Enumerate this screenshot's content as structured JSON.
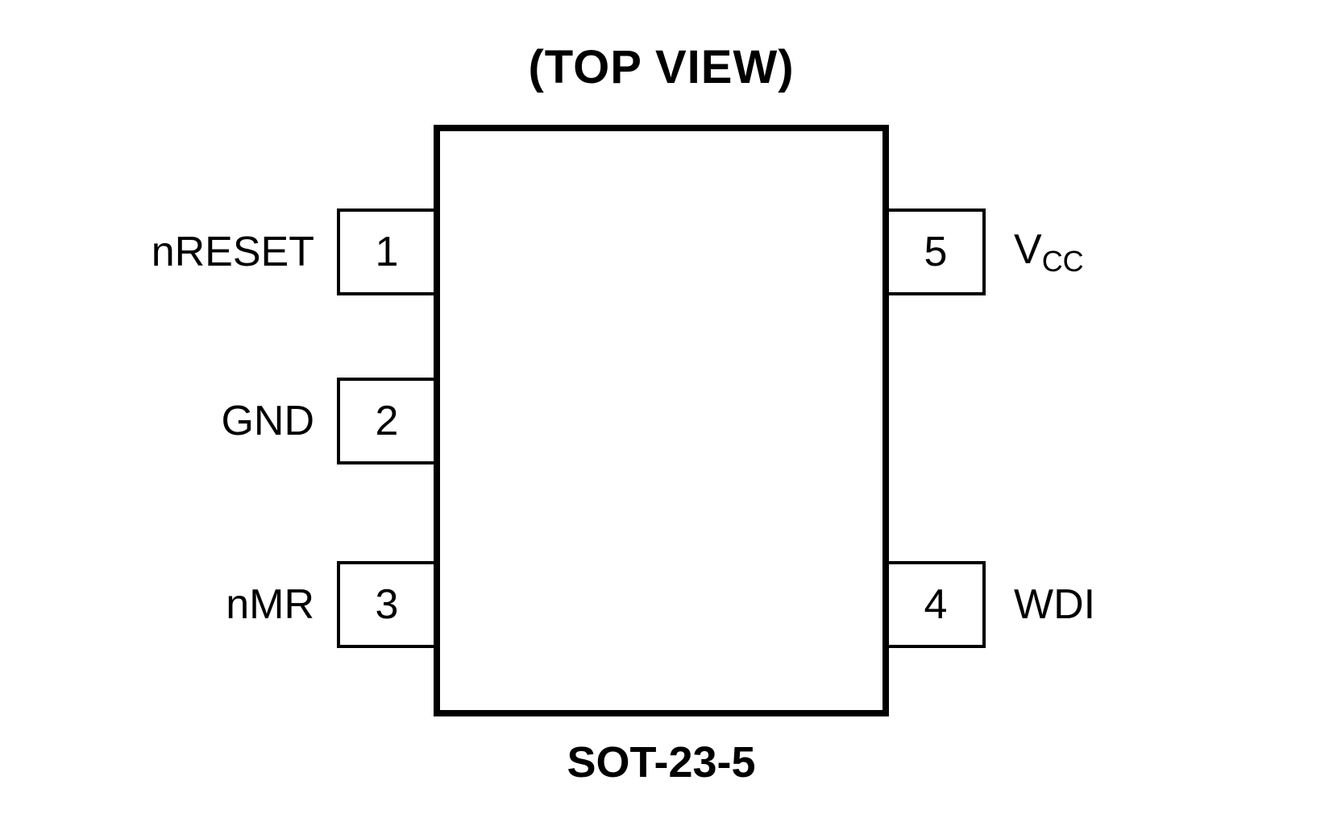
{
  "diagram": {
    "view_title": "(TOP VIEW)",
    "package_name": "SOT-23-5",
    "colors": {
      "line": "#000000",
      "background": "#ffffff"
    },
    "pins": {
      "pin1": {
        "number": "1",
        "name": "nRESET"
      },
      "pin2": {
        "number": "2",
        "name": "GND"
      },
      "pin3": {
        "number": "3",
        "name": "nMR"
      },
      "pin4": {
        "number": "4",
        "name": "WDI"
      },
      "pin5": {
        "number": "5",
        "name_main": "V",
        "name_subscript": "CC"
      }
    }
  }
}
